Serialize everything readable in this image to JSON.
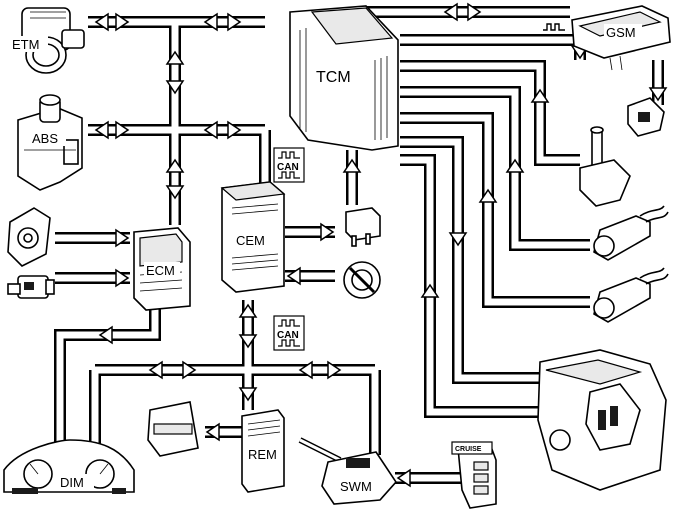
{
  "components": {
    "etm": "ETM",
    "abs": "ABS",
    "ecm": "ECM",
    "cem": "CEM",
    "tcm": "TCM",
    "gsm": "GSM",
    "rem": "REM",
    "swm": "SWM",
    "dim": "DIM"
  },
  "bus_badges": {
    "can_upper": "CAN",
    "can_lower": "CAN"
  },
  "cruise_module": {
    "label": "CRUISE"
  },
  "icons": [
    "can-bus-icon",
    "pwm-signal-icon",
    "relay-icon",
    "ignition-switch-icon",
    "speed-sensor-icon",
    "solenoid-valve-icon"
  ]
}
